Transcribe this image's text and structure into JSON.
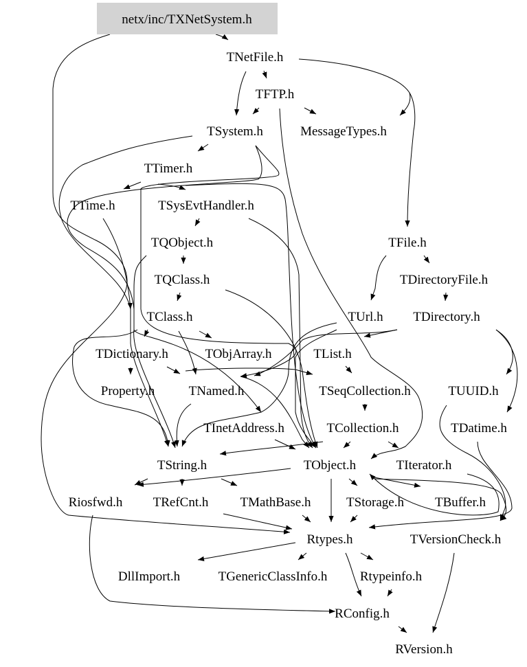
{
  "diagram": {
    "type": "include-dependency-graph",
    "root": "netx/inc/TXNetSystem.h",
    "colors": {
      "root_fill": "#d3d3d3",
      "edge": "#000000",
      "text": "#000000",
      "background": "#ffffff"
    },
    "nodes": [
      {
        "id": "root",
        "label": "netx/inc/TXNetSystem.h",
        "highlighted": true
      },
      {
        "id": "TNetFile",
        "label": "TNetFile.h"
      },
      {
        "id": "TFTP",
        "label": "TFTP.h"
      },
      {
        "id": "TSystem",
        "label": "TSystem.h"
      },
      {
        "id": "MessageTypes",
        "label": "MessageTypes.h"
      },
      {
        "id": "TTimer",
        "label": "TTimer.h"
      },
      {
        "id": "TTime",
        "label": "TTime.h"
      },
      {
        "id": "TSysEvtHandler",
        "label": "TSysEvtHandler.h"
      },
      {
        "id": "TQObject",
        "label": "TQObject.h"
      },
      {
        "id": "TFile",
        "label": "TFile.h"
      },
      {
        "id": "TQClass",
        "label": "TQClass.h"
      },
      {
        "id": "TDirectoryFile",
        "label": "TDirectoryFile.h"
      },
      {
        "id": "TClass",
        "label": "TClass.h"
      },
      {
        "id": "TUrl",
        "label": "TUrl.h"
      },
      {
        "id": "TDirectory",
        "label": "TDirectory.h"
      },
      {
        "id": "TDictionary",
        "label": "TDictionary.h"
      },
      {
        "id": "TObjArray",
        "label": "TObjArray.h"
      },
      {
        "id": "TList",
        "label": "TList.h"
      },
      {
        "id": "Property",
        "label": "Property.h"
      },
      {
        "id": "TNamed",
        "label": "TNamed.h"
      },
      {
        "id": "TSeqCollection",
        "label": "TSeqCollection.h"
      },
      {
        "id": "TUUID",
        "label": "TUUID.h"
      },
      {
        "id": "TInetAddress",
        "label": "TInetAddress.h"
      },
      {
        "id": "TCollection",
        "label": "TCollection.h"
      },
      {
        "id": "TDatime",
        "label": "TDatime.h"
      },
      {
        "id": "TString",
        "label": "TString.h"
      },
      {
        "id": "TObject",
        "label": "TObject.h"
      },
      {
        "id": "TIterator",
        "label": "TIterator.h"
      },
      {
        "id": "Riosfwd",
        "label": "Riosfwd.h"
      },
      {
        "id": "TRefCnt",
        "label": "TRefCnt.h"
      },
      {
        "id": "TMathBase",
        "label": "TMathBase.h"
      },
      {
        "id": "TStorage",
        "label": "TStorage.h"
      },
      {
        "id": "TBuffer",
        "label": "TBuffer.h"
      },
      {
        "id": "Rtypes",
        "label": "Rtypes.h"
      },
      {
        "id": "TVersionCheck",
        "label": "TVersionCheck.h"
      },
      {
        "id": "DllImport",
        "label": "DllImport.h"
      },
      {
        "id": "TGenericClassInfo",
        "label": "TGenericClassInfo.h"
      },
      {
        "id": "Rtypeinfo",
        "label": "Rtypeinfo.h"
      },
      {
        "id": "RConfig",
        "label": "RConfig.h"
      },
      {
        "id": "RVersion",
        "label": "RVersion.h"
      }
    ],
    "edges": [
      {
        "from": "root",
        "to": "TNetFile"
      },
      {
        "from": "root",
        "to": "Rtypes"
      },
      {
        "from": "TNetFile",
        "to": "TFTP"
      },
      {
        "from": "TNetFile",
        "to": "TSystem"
      },
      {
        "from": "TNetFile",
        "to": "MessageTypes"
      },
      {
        "from": "TNetFile",
        "to": "TFile"
      },
      {
        "from": "TFTP",
        "to": "TSystem"
      },
      {
        "from": "TFTP",
        "to": "MessageTypes"
      },
      {
        "from": "TFTP",
        "to": "TObject"
      },
      {
        "from": "TSystem",
        "to": "TTimer"
      },
      {
        "from": "TSystem",
        "to": "TInetAddress"
      },
      {
        "from": "TSystem",
        "to": "TString"
      },
      {
        "from": "TSystem",
        "to": "TNamed"
      },
      {
        "from": "TTimer",
        "to": "TTime"
      },
      {
        "from": "TTimer",
        "to": "TSysEvtHandler"
      },
      {
        "from": "TTimer",
        "to": "TObject"
      },
      {
        "from": "TTime",
        "to": "Rtypes"
      },
      {
        "from": "TSysEvtHandler",
        "to": "TQObject"
      },
      {
        "from": "TSysEvtHandler",
        "to": "TObject"
      },
      {
        "from": "TQObject",
        "to": "TQClass"
      },
      {
        "from": "TQObject",
        "to": "TList"
      },
      {
        "from": "TQObject",
        "to": "TString"
      },
      {
        "from": "TQClass",
        "to": "TClass"
      },
      {
        "from": "TQClass",
        "to": "TList"
      },
      {
        "from": "TClass",
        "to": "TDictionary"
      },
      {
        "from": "TClass",
        "to": "TObjArray"
      },
      {
        "from": "TClass",
        "to": "TString"
      },
      {
        "from": "TClass",
        "to": "TObject"
      },
      {
        "from": "TFile",
        "to": "TDirectoryFile"
      },
      {
        "from": "TFile",
        "to": "TUrl"
      },
      {
        "from": "TDirectoryFile",
        "to": "TDirectory"
      },
      {
        "from": "TDirectory",
        "to": "TNamed"
      },
      {
        "from": "TDirectory",
        "to": "TList"
      },
      {
        "from": "TDirectory",
        "to": "TDatime"
      },
      {
        "from": "TDirectory",
        "to": "TUUID"
      },
      {
        "from": "TUrl",
        "to": "TObject"
      },
      {
        "from": "TUrl",
        "to": "TString"
      },
      {
        "from": "TDictionary",
        "to": "Property"
      },
      {
        "from": "TDictionary",
        "to": "TNamed"
      },
      {
        "from": "TObjArray",
        "to": "TSeqCollection"
      },
      {
        "from": "TList",
        "to": "TSeqCollection"
      },
      {
        "from": "TSeqCollection",
        "to": "TCollection"
      },
      {
        "from": "TNamed",
        "to": "TString"
      },
      {
        "from": "TNamed",
        "to": "TObject"
      },
      {
        "from": "TInetAddress",
        "to": "TObject"
      },
      {
        "from": "TCollection",
        "to": "TObject"
      },
      {
        "from": "TCollection",
        "to": "TIterator"
      },
      {
        "from": "TCollection",
        "to": "TString"
      },
      {
        "from": "TUUID",
        "to": "TVersionCheck"
      },
      {
        "from": "TDatime",
        "to": "Rtypes"
      },
      {
        "from": "TString",
        "to": "Riosfwd"
      },
      {
        "from": "TString",
        "to": "TRefCnt"
      },
      {
        "from": "TString",
        "to": "TMathBase"
      },
      {
        "from": "TObject",
        "to": "Riosfwd"
      },
      {
        "from": "TObject",
        "to": "TStorage"
      },
      {
        "from": "TObject",
        "to": "TBuffer"
      },
      {
        "from": "TObject",
        "to": "Rtypes"
      },
      {
        "from": "TObject",
        "to": "TVersionCheck"
      },
      {
        "from": "TIterator",
        "to": "TObject"
      },
      {
        "from": "TRefCnt",
        "to": "Rtypes"
      },
      {
        "from": "TMathBase",
        "to": "Rtypes"
      },
      {
        "from": "TStorage",
        "to": "Rtypes"
      },
      {
        "from": "Riosfwd",
        "to": "RConfig"
      },
      {
        "from": "Rtypes",
        "to": "DllImport"
      },
      {
        "from": "Rtypes",
        "to": "TGenericClassInfo"
      },
      {
        "from": "Rtypes",
        "to": "Rtypeinfo"
      },
      {
        "from": "Rtypes",
        "to": "RConfig"
      },
      {
        "from": "Rtypeinfo",
        "to": "RConfig"
      },
      {
        "from": "RConfig",
        "to": "RVersion"
      },
      {
        "from": "TVersionCheck",
        "to": "RVersion"
      }
    ]
  }
}
